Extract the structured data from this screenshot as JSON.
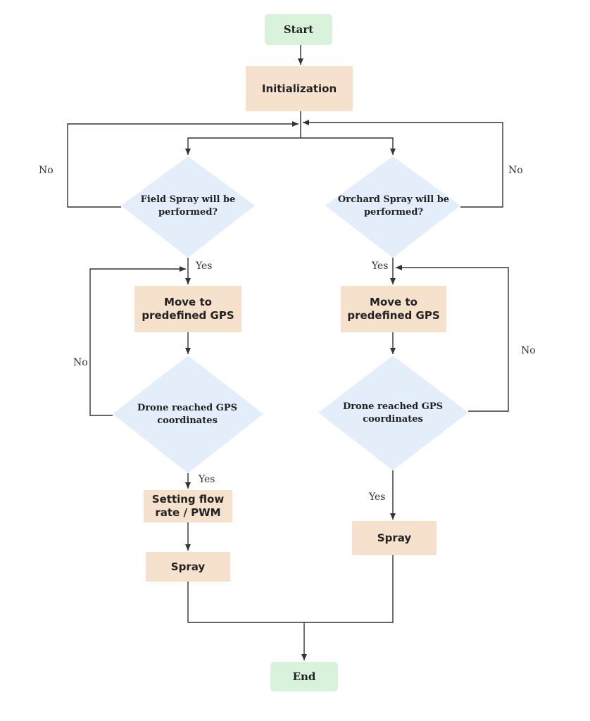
{
  "nodes": {
    "start": "Start",
    "init": "Initialization",
    "field_decision": "Field Spray will be performed?",
    "orchard_decision": "Orchard Spray will be performed?",
    "left_move": "Move to predefined GPS",
    "right_move": "Move to predefined GPS",
    "left_reached": "Drone reached GPS coordinates",
    "right_reached": "Drone reached GPS coordinates",
    "flow_rate": "Setting flow rate / PWM",
    "left_spray": "Spray",
    "right_spray": "Spray",
    "end": "End"
  },
  "labels": {
    "no_top_left": "No",
    "no_top_right": "No",
    "yes_field": "Yes",
    "yes_orchard": "Yes",
    "no_mid_left": "No",
    "no_mid_right": "No",
    "yes_left_reached": "Yes",
    "yes_right_reached": "Yes"
  },
  "colors": {
    "terminal": "#d9f2dc",
    "process": "#f6e1cd",
    "decision": "#e3eefa",
    "line": "#333333"
  }
}
